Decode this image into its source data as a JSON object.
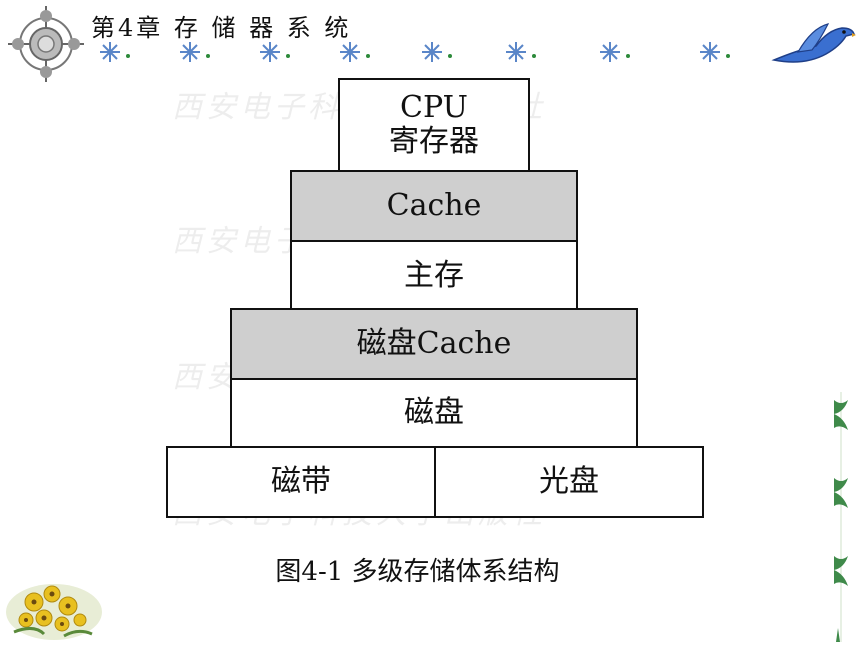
{
  "header": {
    "title": "第4章  存 储 器 系 统",
    "logo_icon": "circle-cross-logo-icon",
    "bird_icon": "blue-bird-icon",
    "snowflake_icon": "snowflake-icon"
  },
  "watermark": {
    "text": "西安电子科技大学出版社"
  },
  "pyramid": {
    "cpu_line1": "CPU",
    "cpu_line2": "寄存器",
    "cache": "Cache",
    "main_memory": "主存",
    "disk_cache": "磁盘Cache",
    "disk": "磁盘",
    "tape": "磁带",
    "optical": "光盘"
  },
  "caption": "图4-1  多级存储体系结构",
  "colors": {
    "gray_fill": "#cfcfcf",
    "border": "#111111",
    "snowflake": "#5a86c8",
    "bird": "#3a6fd0"
  },
  "decorations": {
    "flower_icon": "yellow-flower-icon",
    "vine_icon": "green-vine-icon"
  }
}
